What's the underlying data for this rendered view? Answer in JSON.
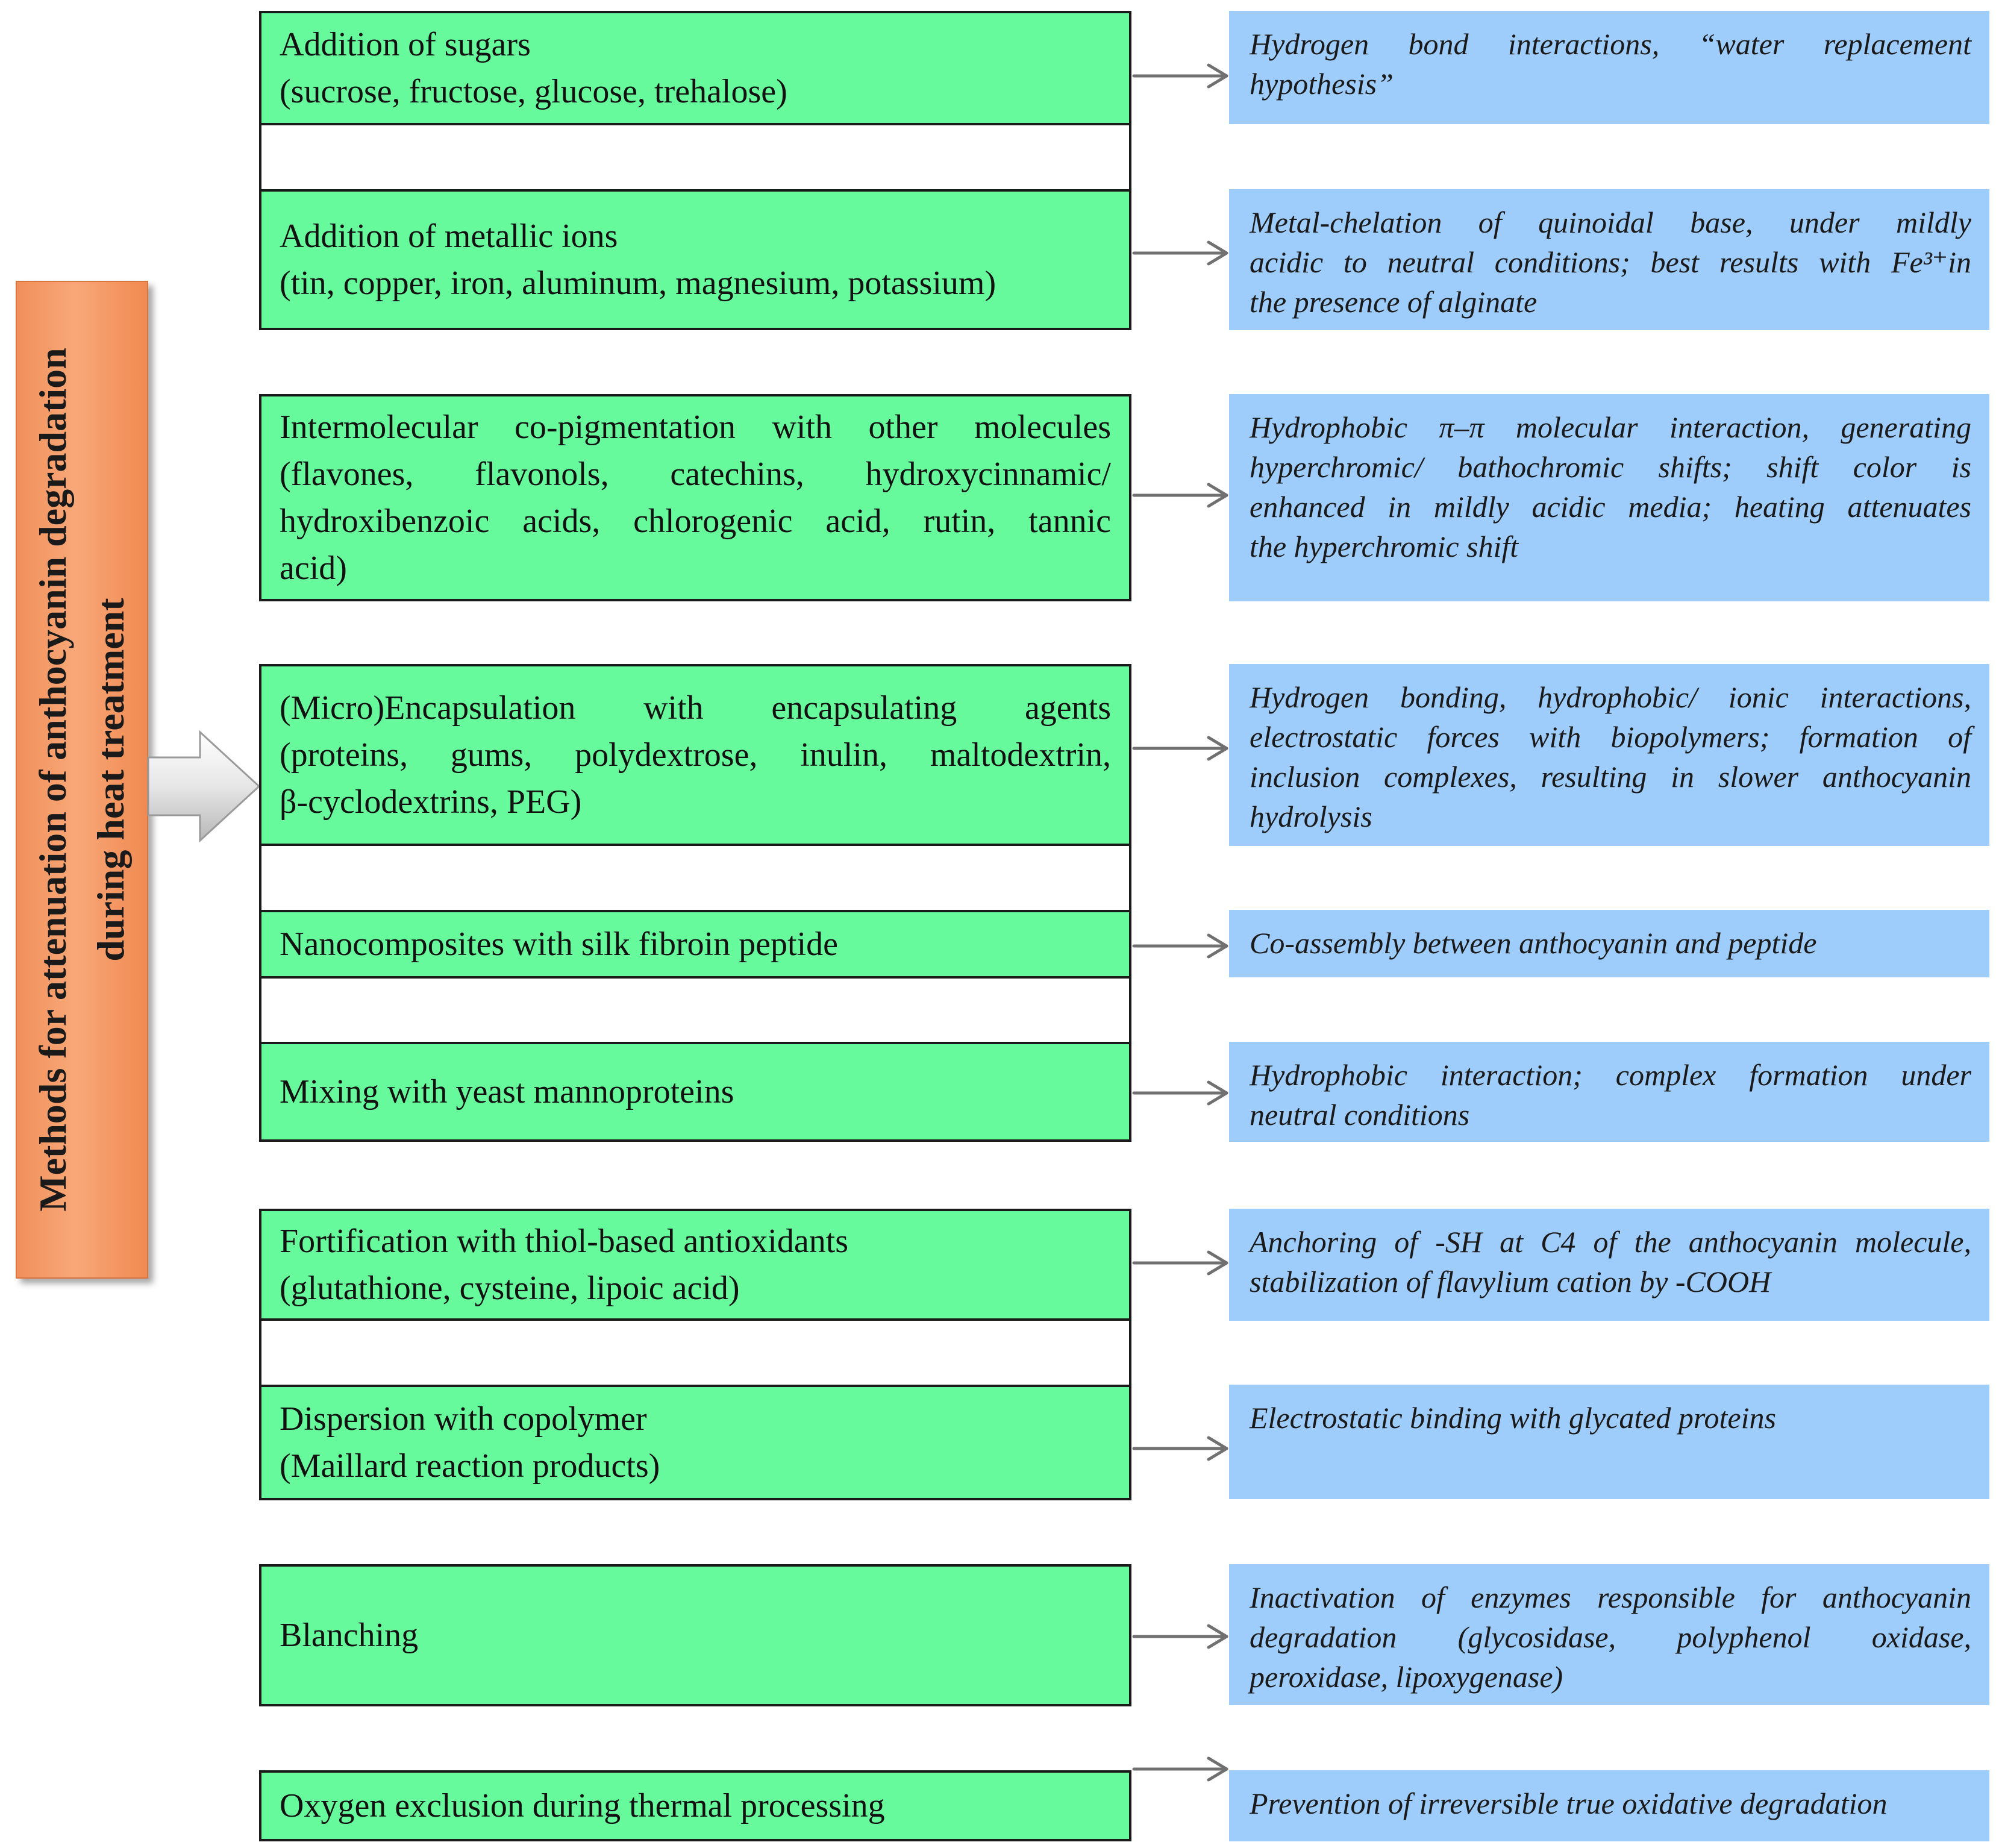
{
  "main_label": "Methods for attenuation of anthocyanin degradation during heat treatment",
  "rows": [
    {
      "method": [
        "Addition of sugars",
        "(sucrose, fructose, glucose, trehalose)"
      ],
      "mechanism": [
        "Hydrogen bond interactions, “water replacement",
        "hypothesis”"
      ]
    },
    {
      "method": [
        "Addition of metallic ions",
        "(tin, copper, iron, aluminum, magnesium, potassium)"
      ],
      "mechanism": [
        "Metal-chelation of quinoidal base, under mildly",
        "acidic to neutral conditions; best results with Fe³⁺in",
        "the presence of alginate"
      ]
    },
    {
      "method": [
        "Intermolecular co-pigmentation with other molecules",
        "(flavones, flavonols, catechins, hydroxycinnamic/",
        "hydroxibenzoic acids, chlorogenic acid, rutin, tannic",
        "acid)"
      ],
      "mechanism": [
        "Hydrophobic π–π molecular interaction, generating",
        "hyperchromic/ bathochromic shifts; shift color is",
        "enhanced in mildly acidic media; heating attenuates",
        "the hyperchromic shift"
      ]
    },
    {
      "method": [
        "(Micro)Encapsulation with encapsulating agents",
        "(proteins, gums, polydextrose, inulin, maltodextrin,",
        "β-cyclodextrins, PEG)"
      ],
      "mechanism": [
        "Hydrogen bonding, hydrophobic/ ionic interactions,",
        "electrostatic forces with biopolymers; formation of",
        "inclusion complexes, resulting in slower anthocyanin",
        "hydrolysis"
      ]
    },
    {
      "method": [
        "Nanocomposites with silk fibroin peptide"
      ],
      "mechanism": [
        "Co-assembly between anthocyanin and peptide"
      ]
    },
    {
      "method": [
        "Mixing with yeast mannoproteins"
      ],
      "mechanism": [
        "Hydrophobic interaction; complex formation under",
        "neutral conditions"
      ]
    },
    {
      "method": [
        "Fortification with thiol-based antioxidants",
        "(glutathione, cysteine, lipoic acid)"
      ],
      "mechanism": [
        "Anchoring of -SH at C4 of the anthocyanin molecule,",
        "stabilization of flavylium cation by -COOH"
      ]
    },
    {
      "method": [
        "Dispersion with copolymer",
        "(Maillard reaction products)"
      ],
      "mechanism": [
        "Electrostatic binding with glycated proteins"
      ]
    },
    {
      "method": [
        "Blanching"
      ],
      "mechanism": [
        "Inactivation of enzymes responsible for anthocyanin",
        "degradation (glycosidase, polyphenol oxidase,",
        "peroxidase, lipoxygenase)"
      ]
    },
    {
      "method": [
        "Oxygen exclusion during thermal processing"
      ],
      "mechanism": [
        "Prevention of irreversible true oxidative degradation"
      ]
    }
  ]
}
